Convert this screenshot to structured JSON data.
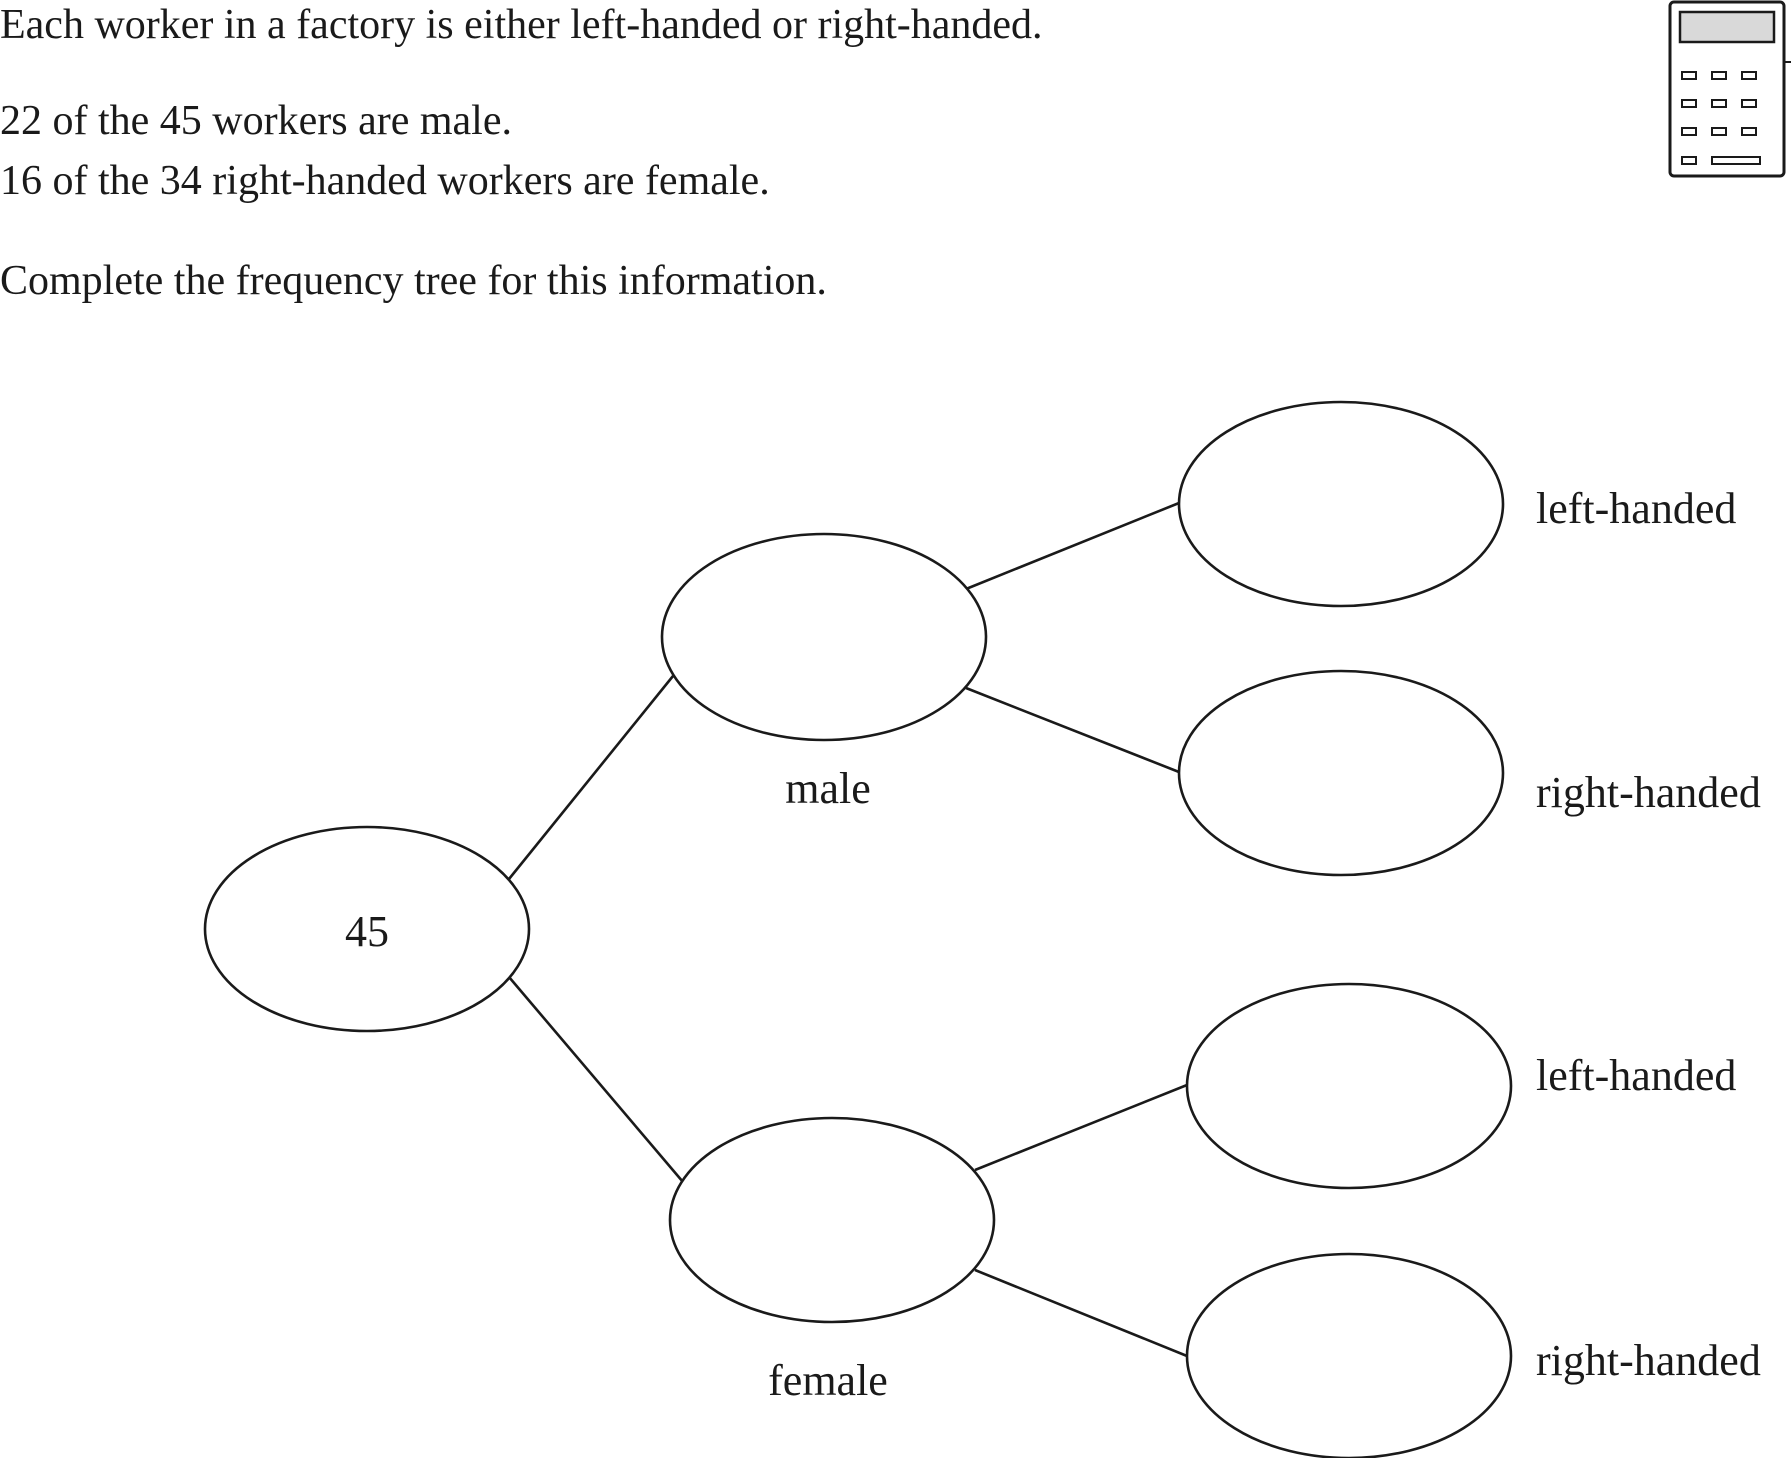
{
  "question": {
    "intro": "Each worker in a factory is either left-handed or right-handed.",
    "fact_male": "22 of the 45 workers are male.",
    "fact_right_female": "16 of the 34 right-handed workers are female.",
    "task": "Complete the frequency tree for this information."
  },
  "calculator": {
    "icon": "calculator-icon"
  },
  "tree": {
    "root": {
      "value": "45"
    },
    "male": {
      "label": "male",
      "value": ""
    },
    "female": {
      "label": "female",
      "value": ""
    },
    "male_left": {
      "label": "left-handed",
      "value": ""
    },
    "male_right": {
      "label": "right-handed",
      "value": ""
    },
    "female_left": {
      "label": "left-handed",
      "value": ""
    },
    "female_right": {
      "label": "right-handed",
      "value": ""
    }
  }
}
